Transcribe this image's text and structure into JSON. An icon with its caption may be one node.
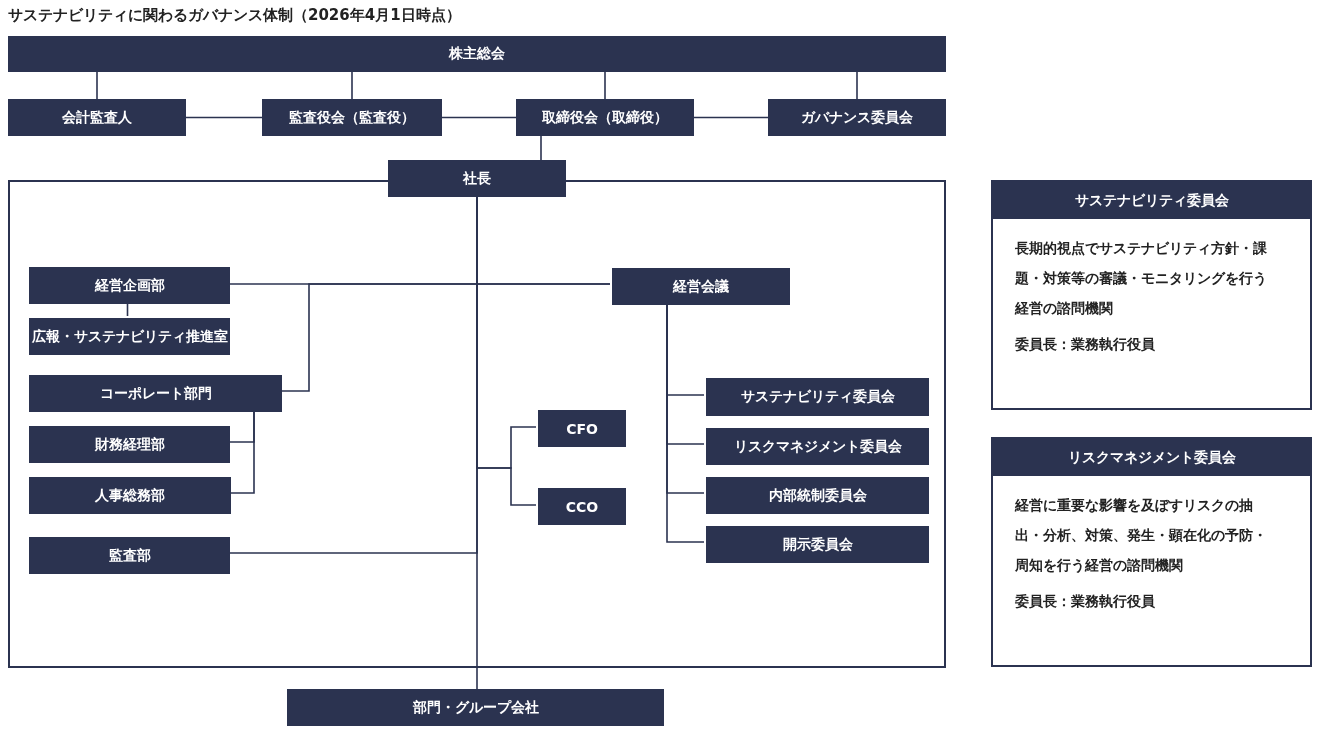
{
  "diagram": {
    "title": "サステナビリティに関わるガバナンス体制（2026年4月1日時点）",
    "nodes": [
      {
        "text": [
          "株主総会"
        ]
      },
      {
        "text": [
          "会計監査人"
        ]
      },
      {
        "text": [
          "監査役会（監査役）"
        ]
      },
      {
        "text": [
          "取締役会（取締役）"
        ]
      },
      {
        "text": [
          "ガバナンス委員会"
        ]
      },
      {
        "text": [
          "社長"
        ]
      },
      {
        "text": [],
        "shape": "box"
      },
      {
        "text": [
          "経営企画部"
        ],
        "in": 6
      },
      {
        "text": [
          "広報・サステナビリティ推進室"
        ],
        "in": 6
      },
      {
        "text": [
          "コーポレート部門"
        ],
        "in": 6
      },
      {
        "text": [
          "財務経理部"
        ],
        "in": 6
      },
      {
        "text": [
          "人事総務部"
        ],
        "in": 6
      },
      {
        "text": [
          "監査部"
        ],
        "in": 6
      },
      {
        "text": [
          "CFO"
        ],
        "in": 6
      },
      {
        "text": [
          "CCO"
        ],
        "in": 6
      },
      {
        "text": [
          "経営会議"
        ],
        "in": 6
      },
      {
        "text": [
          "サステナビリティ委員会"
        ],
        "in": 6
      },
      {
        "text": [
          "リスクマネジメント委員会"
        ],
        "in": 6
      },
      {
        "text": [
          "内部統制委員会"
        ],
        "in": 6
      },
      {
        "text": [
          "開示委員会"
        ],
        "in": 6
      },
      {
        "text": [
          "部門・グループ会社"
        ]
      },
      {
        "text": [
          "サステナビリティ委員会",
          "長期的視点でサステナビリティ方針・課題・対策等の審議・モニタリングを行う経営の諮問機関",
          "委員長：業務執行役員"
        ]
      },
      {
        "text": [
          "リスクマネジメント委員会",
          "経営に重要な影響を及ぼすリスクの抽出・分析、対策、発生・顕在化の予防・周知を行う経営の諮問機関",
          "委員長：業務執行役員"
        ]
      }
    ],
    "edges": [
      {
        "from": 0,
        "to": 1,
        "arrow": "none"
      },
      {
        "from": 0,
        "to": 2,
        "arrow": "none"
      },
      {
        "from": 0,
        "to": 3,
        "arrow": "none"
      },
      {
        "from": 0,
        "to": 4,
        "arrow": "none"
      },
      {
        "from": 1,
        "to": 2,
        "arrow": "none"
      },
      {
        "from": 2,
        "to": 3,
        "arrow": "none"
      },
      {
        "from": 3,
        "to": 4,
        "arrow": "none"
      },
      {
        "from": 3,
        "to": 5,
        "arrow": "none"
      },
      {
        "from": 7,
        "to": 8,
        "arrow": "none"
      },
      {
        "from": 7,
        "to": 15,
        "arrow": "none"
      },
      {
        "from": 9,
        "to": 15,
        "arrow": "none"
      },
      {
        "from": 9,
        "to": 10,
        "arrow": "none"
      },
      {
        "from": 9,
        "to": 11,
        "arrow": "none"
      },
      {
        "from": 5,
        "to": 12,
        "arrow": "none"
      },
      {
        "from": 5,
        "to": 13,
        "arrow": "none"
      },
      {
        "from": 5,
        "to": 14,
        "arrow": "none"
      },
      {
        "from": 15,
        "to": 16,
        "arrow": "none"
      },
      {
        "from": 15,
        "to": 17,
        "arrow": "none"
      },
      {
        "from": 15,
        "to": 18,
        "arrow": "none"
      },
      {
        "from": 15,
        "to": 19,
        "arrow": "none"
      },
      {
        "from": 5,
        "to": 20,
        "arrow": "none"
      }
    ]
  }
}
